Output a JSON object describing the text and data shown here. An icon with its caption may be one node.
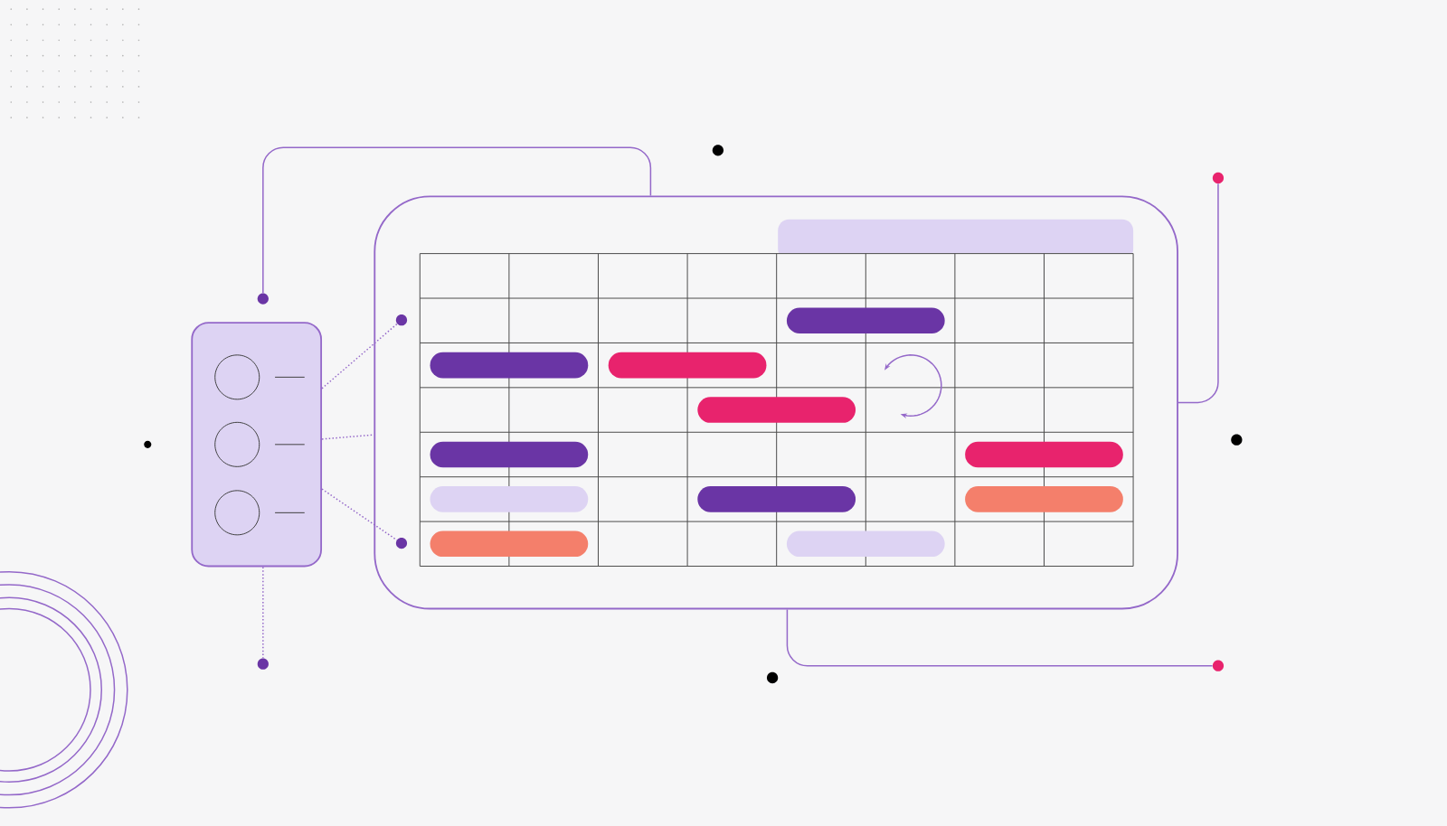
{
  "diagram": {
    "nodes": [
      {
        "text": [],
        "shape": "box"
      },
      {
        "text": [],
        "shape": "box"
      },
      {
        "text": [],
        "shape": "circle"
      },
      {
        "text": [],
        "shape": "circle"
      },
      {
        "text": [],
        "shape": "circle",
        "in": 1
      },
      {
        "text": [],
        "shape": "circle",
        "in": 1
      },
      {
        "text": [],
        "shape": "circle"
      },
      {
        "text": [],
        "shape": "circle"
      }
    ],
    "edges": [
      {
        "from": 2,
        "to": 1,
        "arrow": "none"
      },
      {
        "from": 0,
        "to": 3,
        "arrow": "none",
        "style": "dashed"
      },
      {
        "from": 0,
        "to": 4,
        "arrow": "none",
        "style": "dashed"
      },
      {
        "from": 0,
        "to": 5,
        "arrow": "none",
        "style": "dashed"
      },
      {
        "from": 0,
        "to": 1,
        "arrow": "none",
        "style": "dashed"
      },
      {
        "from": 1,
        "to": 6,
        "arrow": "none"
      },
      {
        "from": 1,
        "to": 7,
        "arrow": "none"
      }
    ]
  }
}
